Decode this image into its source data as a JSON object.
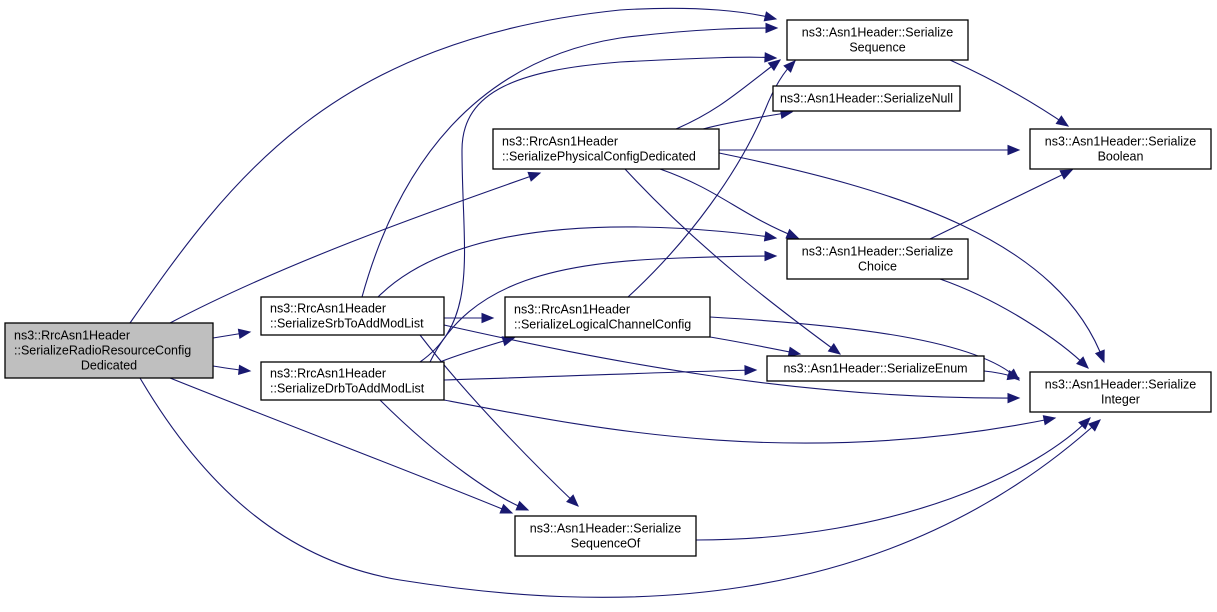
{
  "title": "Call graph of ns3::RrcAsn1Header::SerializeRadioResourceConfigDedicated",
  "colors": {
    "edge": "#191970",
    "node_border": "#000000",
    "node_fill": "#ffffff",
    "root_fill": "#bfbfbf"
  },
  "nodes": [
    {
      "id": "root",
      "lines": [
        "ns3::RrcAsn1Header",
        "::SerializeRadioResourceConfig",
        "Dedicated"
      ],
      "align": [
        "left",
        "left",
        "center"
      ],
      "root": true
    },
    {
      "id": "srb",
      "lines": [
        "ns3::RrcAsn1Header",
        "::SerializeSrbToAddModList"
      ],
      "align": [
        "left",
        "left"
      ]
    },
    {
      "id": "drb",
      "lines": [
        "ns3::RrcAsn1Header",
        "::SerializeDrbToAddModList"
      ],
      "align": [
        "left",
        "left"
      ]
    },
    {
      "id": "phys",
      "lines": [
        "ns3::RrcAsn1Header",
        "::SerializePhysicalConfigDedicated"
      ],
      "align": [
        "left",
        "left"
      ]
    },
    {
      "id": "logch",
      "lines": [
        "ns3::RrcAsn1Header",
        "::SerializeLogicalChannelConfig"
      ],
      "align": [
        "left",
        "left"
      ]
    },
    {
      "id": "seq",
      "lines": [
        "ns3::Asn1Header::Serialize",
        "Sequence"
      ],
      "align": [
        "center",
        "center"
      ]
    },
    {
      "id": "null",
      "lines": [
        "ns3::Asn1Header::SerializeNull"
      ],
      "align": [
        "center"
      ]
    },
    {
      "id": "choice",
      "lines": [
        "ns3::Asn1Header::Serialize",
        "Choice"
      ],
      "align": [
        "center",
        "center"
      ]
    },
    {
      "id": "enum",
      "lines": [
        "ns3::Asn1Header::SerializeEnum"
      ],
      "align": [
        "center"
      ]
    },
    {
      "id": "seqof",
      "lines": [
        "ns3::Asn1Header::Serialize",
        "SequenceOf"
      ],
      "align": [
        "center",
        "center"
      ]
    },
    {
      "id": "bool",
      "lines": [
        "ns3::Asn1Header::Serialize",
        "Boolean"
      ],
      "align": [
        "center",
        "center"
      ]
    },
    {
      "id": "int",
      "lines": [
        "ns3::Asn1Header::Serialize",
        "Integer"
      ],
      "align": [
        "center",
        "center"
      ]
    }
  ],
  "edges": [
    {
      "from": "root",
      "to": "seq"
    },
    {
      "from": "root",
      "to": "phys"
    },
    {
      "from": "root",
      "to": "srb"
    },
    {
      "from": "root",
      "to": "drb"
    },
    {
      "from": "root",
      "to": "seqof"
    },
    {
      "from": "root",
      "to": "int"
    },
    {
      "from": "srb",
      "to": "seq"
    },
    {
      "from": "srb",
      "to": "choice"
    },
    {
      "from": "srb",
      "to": "logch"
    },
    {
      "from": "srb",
      "to": "int"
    },
    {
      "from": "srb",
      "to": "seqof"
    },
    {
      "from": "drb",
      "to": "seq"
    },
    {
      "from": "drb",
      "to": "choice"
    },
    {
      "from": "drb",
      "to": "logch"
    },
    {
      "from": "drb",
      "to": "enum"
    },
    {
      "from": "drb",
      "to": "int"
    },
    {
      "from": "drb",
      "to": "seqof"
    },
    {
      "from": "phys",
      "to": "seq"
    },
    {
      "from": "phys",
      "to": "null"
    },
    {
      "from": "phys",
      "to": "bool"
    },
    {
      "from": "phys",
      "to": "choice"
    },
    {
      "from": "phys",
      "to": "enum"
    },
    {
      "from": "phys",
      "to": "int"
    },
    {
      "from": "logch",
      "to": "seq"
    },
    {
      "from": "logch",
      "to": "enum"
    },
    {
      "from": "logch",
      "to": "int"
    },
    {
      "from": "seq",
      "to": "bool"
    },
    {
      "from": "choice",
      "to": "bool"
    },
    {
      "from": "choice",
      "to": "int"
    },
    {
      "from": "enum",
      "to": "int"
    },
    {
      "from": "seqof",
      "to": "int"
    }
  ]
}
